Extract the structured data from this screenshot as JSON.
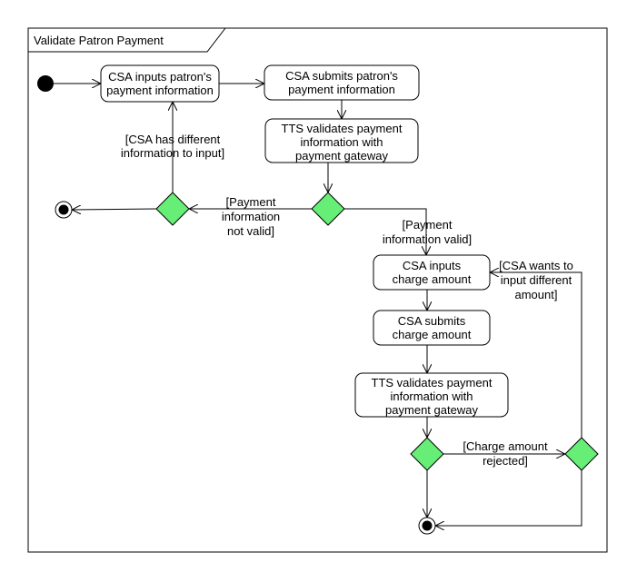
{
  "frame": {
    "title": "Validate Patron Payment"
  },
  "actions": {
    "inputs_payment": [
      "CSA inputs patron's",
      "payment information"
    ],
    "submits_payment": [
      "CSA submits patron's",
      "payment information"
    ],
    "validates_payment_1": [
      "TTS validates payment",
      "information with",
      "payment gateway"
    ],
    "inputs_charge": [
      "CSA inputs",
      "charge amount"
    ],
    "submits_charge": [
      "CSA submits",
      "charge amount"
    ],
    "validates_payment_2": [
      "TTS validates payment",
      "information with",
      "payment gateway"
    ]
  },
  "guards": {
    "different_info": [
      "[CSA has different",
      "information to input]"
    ],
    "payment_not_valid": [
      "[Payment",
      "information",
      "not valid]"
    ],
    "payment_valid": [
      "[Payment",
      "information valid]"
    ],
    "different_amount": [
      "[CSA wants to",
      "input different",
      "amount]"
    ],
    "charge_rejected": [
      "[Charge amount",
      "rejected]"
    ]
  },
  "colors": {
    "decision_fill": "#66ee77",
    "stroke": "#000000"
  }
}
